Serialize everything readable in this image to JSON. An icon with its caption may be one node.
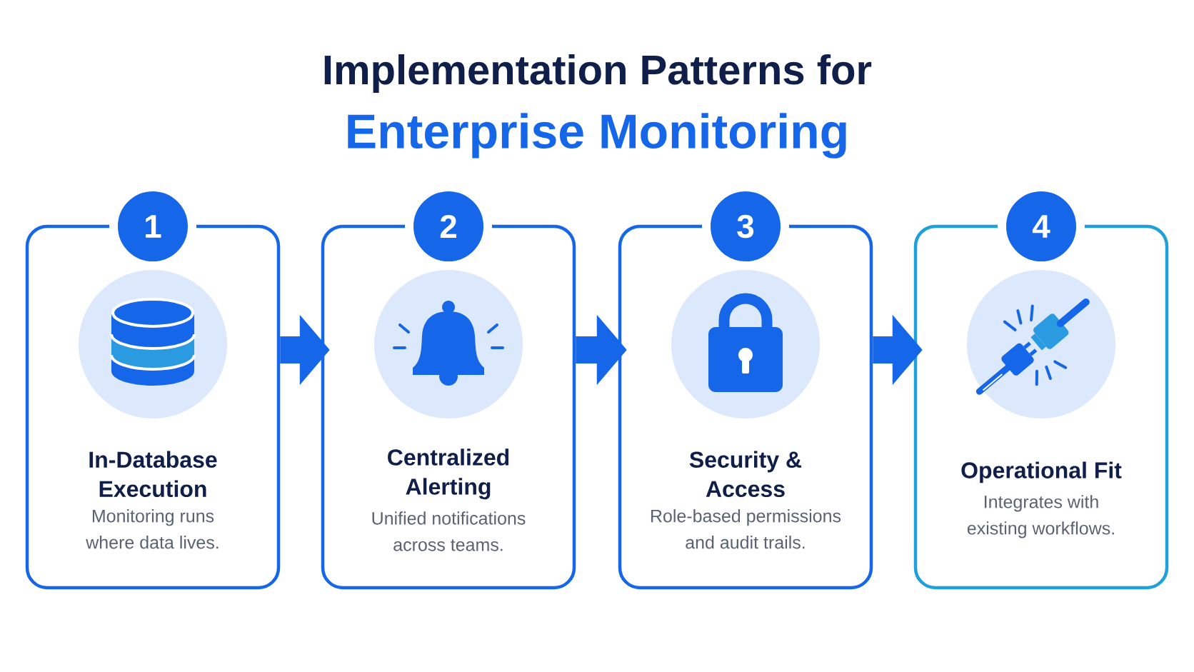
{
  "diagram": {
    "title": "Implementation Patterns for",
    "nodes": [
      {
        "text": [
          "In-Database Execution",
          "Monitoring runs where data lives."
        ]
      },
      {
        "text": [
          "Centralized Alerting",
          "Unified notifications across teams."
        ]
      },
      {
        "text": [
          "Security & Access",
          "Role-based permissions and audit trails."
        ]
      },
      {
        "text": [
          "Operational Fit",
          "Integrates with existing workflows."
        ]
      }
    ],
    "edges": [
      {
        "from": 0,
        "to": 1,
        "arrow": "to"
      },
      {
        "from": 1,
        "to": 2,
        "arrow": "to"
      },
      {
        "from": 2,
        "to": 3,
        "arrow": "to"
      }
    ],
    "labels": [
      "Enterprise Monitoring",
      "1",
      "2",
      "3",
      "4"
    ]
  }
}
